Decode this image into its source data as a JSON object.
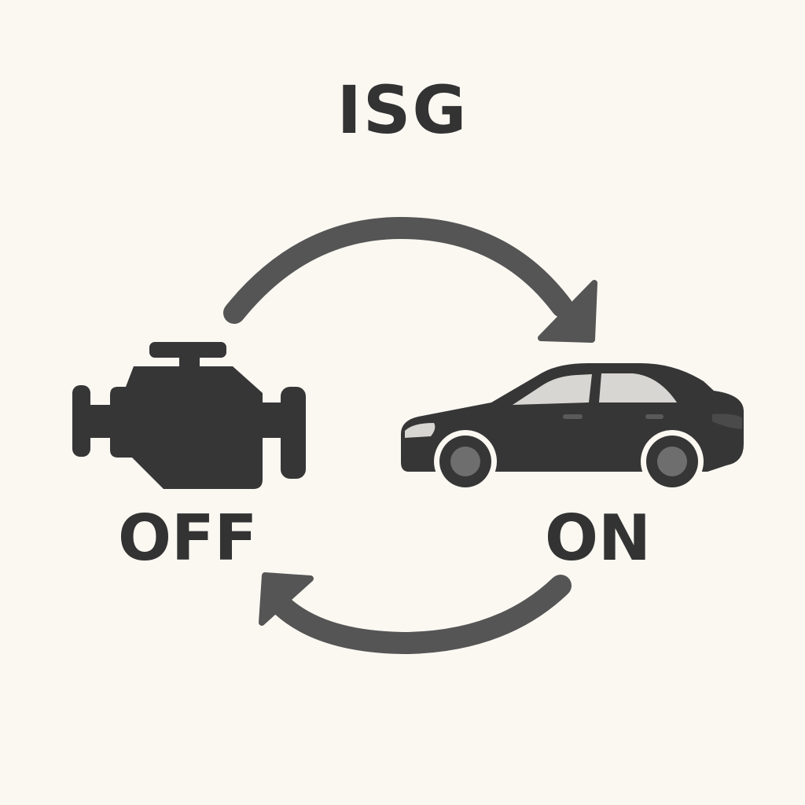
{
  "diagram": {
    "title": "ISG",
    "states": {
      "off": {
        "label": "OFF",
        "icon": "engine-icon"
      },
      "on": {
        "label": "ON",
        "icon": "car-icon"
      }
    },
    "arrows": [
      {
        "from": "off",
        "to": "on",
        "icon": "curved-arrow-right-icon"
      },
      {
        "from": "on",
        "to": "off",
        "icon": "curved-arrow-left-icon"
      }
    ]
  },
  "colors": {
    "background": "#fbf8f2",
    "icon": "#363636",
    "arrow": "#555555",
    "window": "#d8d6d2",
    "wheel_hub": "#6e6e6e"
  }
}
